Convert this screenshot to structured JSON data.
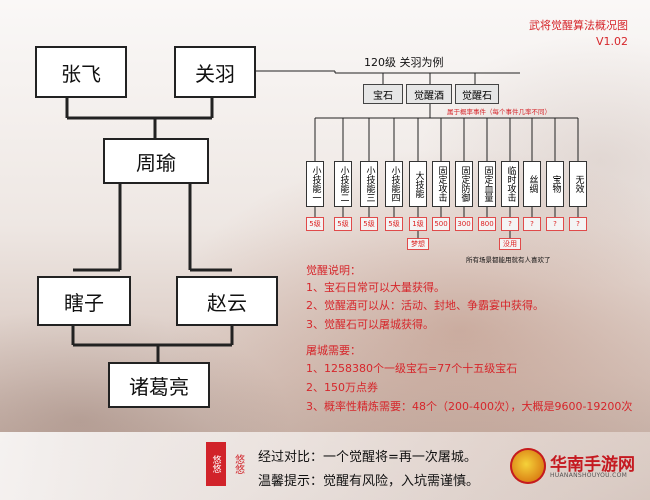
{
  "title": {
    "line1": "武将觉醒算法概况图",
    "line2": "V1.02"
  },
  "generals": {
    "zhangfei": "张飞",
    "guanyu": "关羽",
    "zhouyu": "周瑜",
    "xiahou": "瞎子",
    "zhaoyun": "赵云",
    "zhuge": "诸葛亮"
  },
  "example": {
    "label": "120级   关羽为例"
  },
  "materials": [
    "宝石",
    "觉醒酒",
    "觉醒石"
  ],
  "random_note": "属于概率事件（每个事件几率不同）",
  "skills": [
    {
      "name": "小技能一",
      "value": "5级"
    },
    {
      "name": "小技能二",
      "value": "5级"
    },
    {
      "name": "小技能三",
      "value": "5级"
    },
    {
      "name": "小技能四",
      "value": "5级"
    },
    {
      "name": "大技能",
      "value": "1级",
      "extra": "梦想"
    },
    {
      "name": "固定攻击",
      "value": "500"
    },
    {
      "name": "固定防御",
      "value": "300"
    },
    {
      "name": "固定血量",
      "value": "800"
    },
    {
      "name": "临时攻击",
      "value": "?",
      "extra": "没用"
    },
    {
      "name": "丝绸",
      "value": "?"
    },
    {
      "name": "宝物",
      "value": "?"
    },
    {
      "name": "无效",
      "value": "?"
    }
  ],
  "skills_note": "所有场景都能用就有人喜欢了",
  "awaken": {
    "heading": "觉醒说明：",
    "items": [
      "1、宝石日常可以大量获得。",
      "2、觉醒酒可以从：活动、封地、争霸宴中获得。",
      "3、觉醒石可以屠城获得。"
    ]
  },
  "tucheng": {
    "heading": "屠城需要：",
    "items": [
      "1、1258380个一级宝石=77个十五级宝石",
      "2、150万点券",
      "3、概率性精炼需要：48个（200-400次），大概是9600-19200次"
    ]
  },
  "bottom": {
    "seal": "悠悠",
    "seal2": "悠悠",
    "line1": "经过对比：一个觉醒将=再一次屠城。",
    "line2": "温馨提示：觉醒有风险，入坑需谨慎。"
  },
  "brand": {
    "name": "华南手游网",
    "sub": "HUANANSHOUYOU.COM"
  },
  "colors": {
    "accent": "#d6262b",
    "line": "#222222"
  }
}
